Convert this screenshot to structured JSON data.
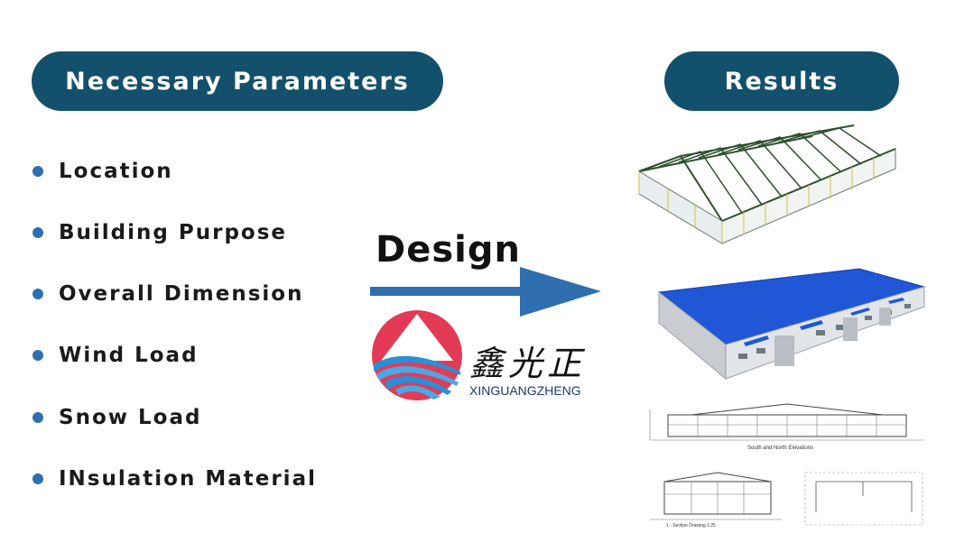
{
  "header": {
    "left_title": "Necessary Parameters",
    "right_title": "Results"
  },
  "parameters": [
    {
      "label": "Location"
    },
    {
      "label": "Building Purpose"
    },
    {
      "label": "Overall Dimension"
    },
    {
      "label": "Wind Load"
    },
    {
      "label": "Snow Load"
    },
    {
      "label": "INsulation Material"
    }
  ],
  "center": {
    "design_label": "Design",
    "logo_text": "XINGUANGZHENG",
    "logo_chinese": [
      "鑫",
      "光",
      "正"
    ]
  },
  "colors": {
    "pill": "#13506b",
    "bullet": "#2f6fb0",
    "arrow": "#2f6fb0",
    "logo_red": "#e33b55",
    "logo_blue": "#2a8fd6",
    "roof_blue": "#1f57d6"
  },
  "results": {
    "drawing_caption_1": "South and North Elevations",
    "drawing_caption_2": "1 - Section Drawing 1:25"
  }
}
